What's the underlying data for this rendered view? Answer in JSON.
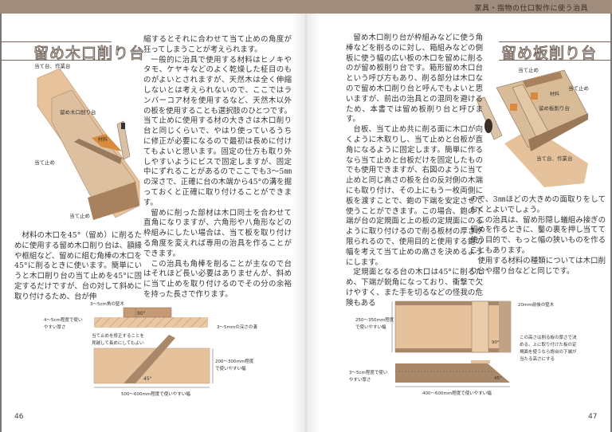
{
  "header": {
    "running_head": "家具・指物の仕口製作に使う治具"
  },
  "left_page": {
    "title": "留め木口削り台",
    "page_number": "46",
    "illustration": {
      "labels": {
        "base": "当て台、作業台",
        "jig": "留め木口削り台",
        "material": "材料",
        "stop_upper": "当て止め",
        "stop_lower": "当て止め"
      }
    },
    "intro_paragraphs": [
      "材料の木口を45°（留め）に削るために使用する留め木口削り台は、額縁や框組など、留めに組む角棒の木口を45°に削るときに使います。簡単にいうと木口削り台の当て止めを45°に固定するだけですが、台の対して斜めに取り付けるため、台が伸"
    ],
    "body_paragraphs": [
      "縮するとそれに合わせて当て止めの角度が狂ってしまうことが考えられます。",
      "一般的に治具で使用する材料はヒノキやタモ、ケヤキなどのよく乾燥した柾目のものがよいとされますが、天然木は全く伸縮しないとは考えられないので、ここではランバーコア材を使用するなど、天然木以外の板を使用することも選択肢のひとつです。当て止めに使用する材の大きさは木口削り台と同じくらいで、やはり使っているうちに修正が必要になるので最初は長めに付けてもよいと思います。固定の仕方も取り外しやすいようにビスで固定しますが、固定中にずれることがあるのでここでも3〜5㎜の深さで、正確に台の木端から45°の溝を掘っておくと正確に取り付けることができます。",
      "留めに削った部材は木口同士を合わせて直角になりますが、六角形や八角形などの枠組みにしたい場合は、当て板を取り付ける角度を変えれば専用の治具を作ることができます。",
      "この治具も角棒を削ることが主なので台はそれほど長い必要はありませんが、斜めに当て止めを取り付けるのでその分の余裕を持った長さで作ります。"
    ],
    "diagram": {
      "stop_size": "3〜5cm角の堅木",
      "angle_90": "90°",
      "thickness": [
        "4〜5cm程度で使い",
        "やすい厚さ"
      ],
      "groove": "3〜5mmの深さの溝",
      "note": [
        "当て止めを修正することを",
        "見越して長めにしてもよい"
      ],
      "width": [
        "200〜300mm程度",
        "で使いやすい幅"
      ],
      "angle_45": "45°",
      "length": "500〜600mm程度で使いやすい幅"
    }
  },
  "right_page": {
    "title": "留め板削り台",
    "page_number": "47",
    "illustration": {
      "labels": {
        "stop_left": "当て止め",
        "stop_right": "当て止め",
        "material": "材料",
        "jig": "留め板削り台",
        "base": "当て台、作業台"
      }
    },
    "col1_paragraphs": [
      "留め木口削り台が枠組みなどに使う角棒などを削るのに対し、箱組みなどの側板に使う幅の広い板の木口を留めに削るのが留め板削り台です。箱形留め木口台という呼び方もあり、削る部分は木口なので留め木口削り台と呼んでもよいと思いますが、前出の治具との混同を避けるため、本書では留め板削り台と呼びます。",
      "台板、当て止め共に削る面に木口が向くように木取りし、当て止めと台板が直角になるように固定します。簡単に作るなら当て止めと台板だけを固定したものでも使用できますが、右図のように当て止めと同じ高さの板を台の反対側の木端にも取り付け、その上にもう一枚両側に板を渡すことで、鉋の下端を安定させて使うことができます。この場合、鉋の下端が台の定規面と上の板の定規面にのるように取り付けるので削る板材の厚さが限られるので、使用目的と使用する鉋の幅を考えて当て止めの高さを決めるようにします。",
      "定規面となる台の木口は45°に削るため、下端が鋭角になっており、衝撃で欠けやすく、また手を切るなどの怪我の危険もある"
    ],
    "col2_paragraphs": [
      "ので、3㎜ほどの大きめの面取りをしておくとよいでしょう。",
      "この治具は、留め形隠し蟻組み接ぎの留めを作るときに、鑿の裏を押し当てて使う目的で、もっと幅の狭いものを作ることもあります。",
      "使用する材料の種類については木口削り台や摺り台などと同じです。"
    ],
    "diagram": {
      "stop_size": "20mm前後の堅木",
      "width": [
        "250〜350mm程度",
        "で使いやすい幅"
      ],
      "angle_90": "90°",
      "note": [
        "この高さは削る板の厚さで決",
        "める。上に取り付けた板の定",
        "規面を使うなら鉋台の下端が",
        "当たる高さにする"
      ],
      "thickness": [
        "3〜5cm程度で使い",
        "やすい厚さ"
      ],
      "angle_45": "45°",
      "length": "400〜600mm程度で使いやすい幅"
    }
  },
  "colors": {
    "header_band": "#a08c7c",
    "wood_light": "#e7c4a0",
    "wood_dark": "#a48468"
  }
}
